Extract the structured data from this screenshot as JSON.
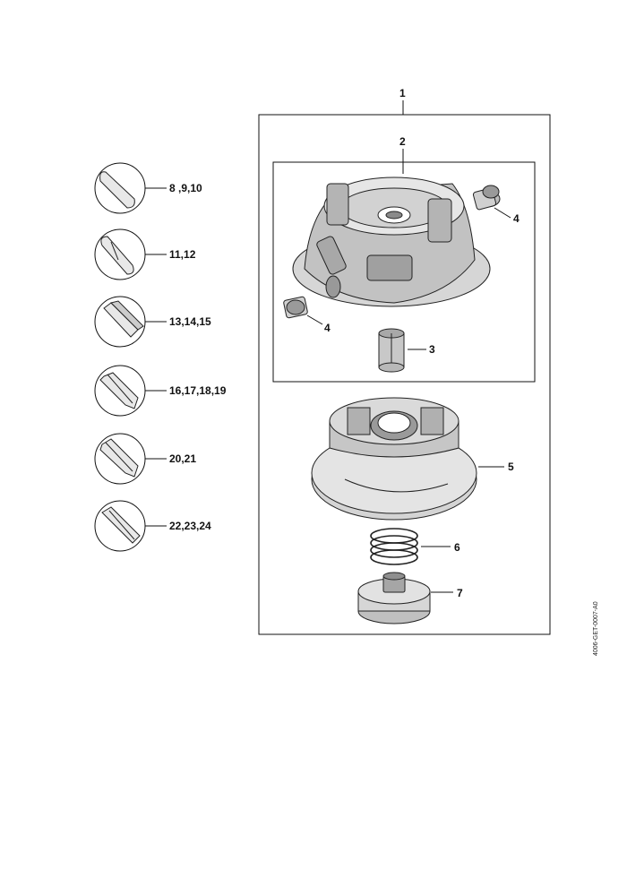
{
  "callouts": {
    "assembly": "1",
    "housing": "2",
    "nut": "3",
    "eyelet_top": "4",
    "eyelet_left": "4",
    "spool": "5",
    "spring": "6",
    "cap": "7"
  },
  "line_profiles": [
    {
      "shape": "round",
      "parts": "8 ,9,10"
    },
    {
      "shape": "round-twisted",
      "parts": "11,12"
    },
    {
      "shape": "square",
      "parts": "13,14,15"
    },
    {
      "shape": "star",
      "parts": "16,17,18,19"
    },
    {
      "shape": "pentagon",
      "parts": "20,21"
    },
    {
      "shape": "square-twisted",
      "parts": "22,23,24"
    }
  ],
  "drawing_code": "4006-GET-0007-A0",
  "colors": {
    "part_fill": "#cfcfcf",
    "part_dark": "#8a8a8a",
    "line": "#111111"
  }
}
